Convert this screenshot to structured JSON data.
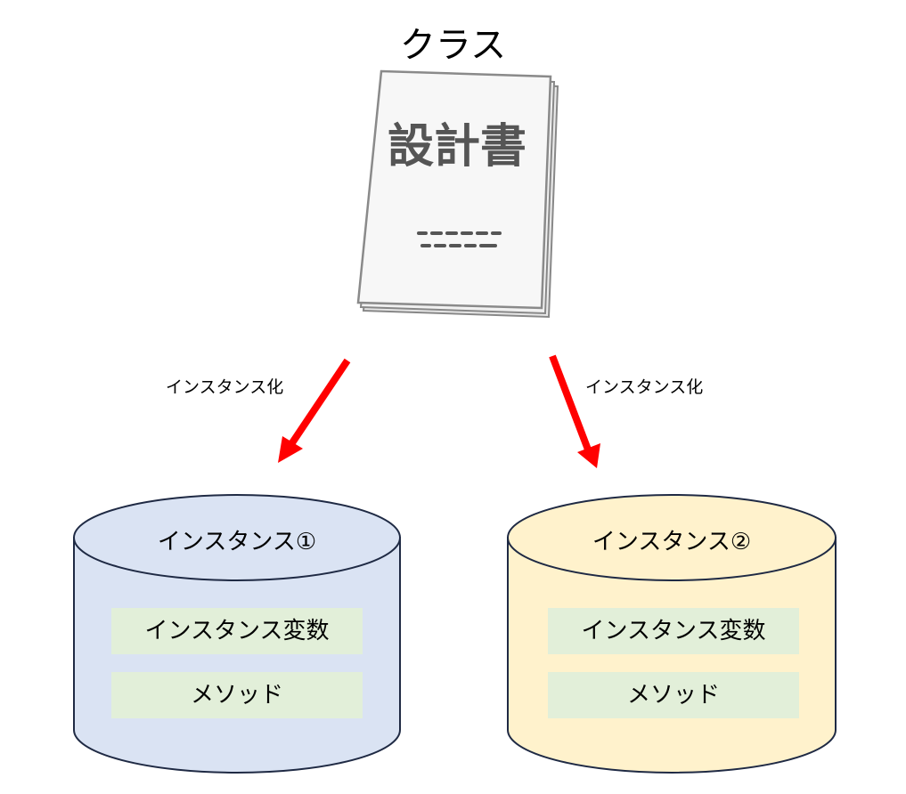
{
  "title": "クラス",
  "book": {
    "cover_text": "設計書"
  },
  "arrows": [
    {
      "label": "インスタンス化"
    },
    {
      "label": "インスタンス化"
    }
  ],
  "instances": [
    {
      "title": "インスタンス①",
      "fill": "#dae3f3",
      "members": [
        "インスタンス変数",
        "メソッド"
      ]
    },
    {
      "title": "インスタンス②",
      "fill": "#fff2cc",
      "members": [
        "インスタンス変数",
        "メソッド"
      ]
    }
  ],
  "colors": {
    "arrow": "#ff0000",
    "member_fill": "#e2efd9",
    "outline": "#1f2a44"
  }
}
